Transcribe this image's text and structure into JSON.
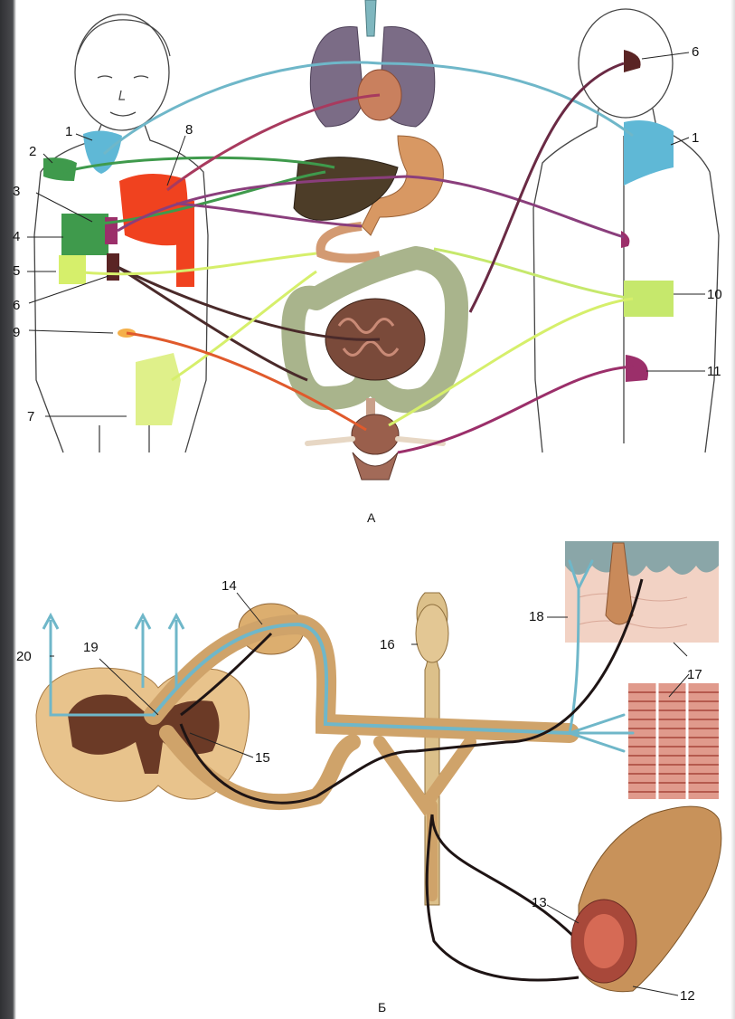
{
  "caption_a": "А",
  "caption_b": "Б",
  "labels_a": {
    "l1_left": "1",
    "l2": "2",
    "l3": "3",
    "l4": "4",
    "l5": "5",
    "l6_left": "6",
    "l7": "7",
    "l8": "8",
    "l9": "9",
    "l6_right": "6",
    "l1_right": "1",
    "l10": "10",
    "l11": "11"
  },
  "labels_b": {
    "l12": "12",
    "l13": "13",
    "l14": "14",
    "l15": "15",
    "l16": "16",
    "l17": "17",
    "l18": "18",
    "l19": "19",
    "l20": "20"
  },
  "colors": {
    "zone_neck": "#5fb8d6",
    "zone_green": "#3f9a4c",
    "zone_red": "#f0421f",
    "zone_lime": "#d6ef6b",
    "zone_brown": "#5a2424",
    "zone_magenta": "#9b2f6a",
    "nerve_blue": "#6fb7c9",
    "nerve_dark": "#1e1414",
    "cord_tan": "#e8c38c",
    "cord_brown": "#6b3a26"
  }
}
